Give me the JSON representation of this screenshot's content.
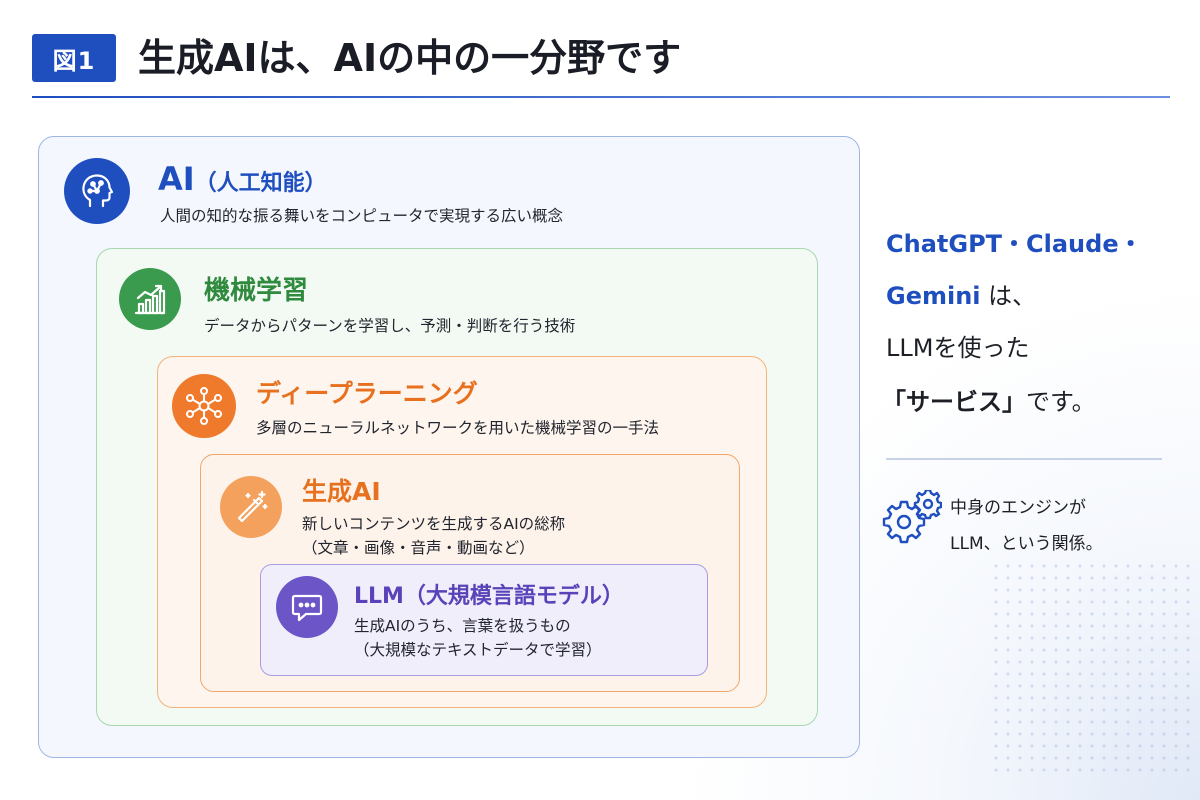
{
  "header": {
    "badge": "図1",
    "title": "生成AIは、AIの中の一分野です"
  },
  "levels": {
    "ai": {
      "title": "AI",
      "subtitle": "（人工知能）",
      "description": "人間の知的な振る舞いをコンピュータで実現する広い概念",
      "icon": "brain-head-icon",
      "color": "#1f4fbf"
    },
    "ml": {
      "title": "機械学習",
      "description": "データからパターンを学習し、予測・判断を行う技術",
      "icon": "bar-chart-trend-icon",
      "color": "#3a9a4d"
    },
    "dl": {
      "title": "ディープラーニング",
      "description": "多層のニューラルネットワークを用いた機械学習の一手法",
      "icon": "neural-network-icon",
      "color": "#f07a2b"
    },
    "gen": {
      "title": "生成AI",
      "description_line1": "新しいコンテンツを生成するAIの総称",
      "description_line2": "（文章・画像・音声・動画など）",
      "icon": "magic-wand-icon",
      "color": "#f4a15d"
    },
    "llm": {
      "title": "LLM（大規模言語モデル）",
      "description_line1": "生成AIのうち、言葉を扱うもの",
      "description_line2": "（大規模なテキストデータで学習）",
      "icon": "chat-bubble-icon",
      "color": "#6b55c7"
    }
  },
  "right_panel": {
    "line1_blue": "ChatGPT・Claude・",
    "line2_blue": "Gemini",
    "line2_rest": " は、",
    "line3": "LLMを使った",
    "line4_bold": "「サービス」",
    "line4_rest": "です。",
    "note_line1": "中身のエンジンが",
    "note_line2": "LLM、という関係。",
    "note_icon": "gears-icon"
  }
}
